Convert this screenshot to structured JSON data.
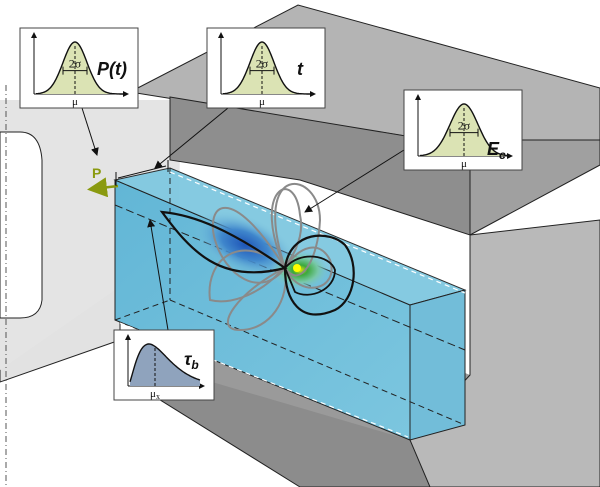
{
  "insets": [
    {
      "id": "load",
      "label": "P(t)",
      "width_label": "2σ",
      "axis_label": "μ",
      "distribution": "normal"
    },
    {
      "id": "time",
      "label": "t",
      "width_label": "2σ",
      "axis_label": "μ",
      "distribution": "normal"
    },
    {
      "id": "modulus",
      "label": "E",
      "label_sub": "c",
      "width_label": "2σ",
      "axis_label": "μ",
      "distribution": "normal"
    },
    {
      "id": "bond",
      "label": "τ",
      "label_sub": "b",
      "axis_label": "μ",
      "axis_label_sub": "x",
      "distribution": "skewed"
    }
  ],
  "load_label": "P",
  "colors": {
    "load_arrow": "#8a9a10",
    "normal_fill": "#dbe3b4",
    "skewed_fill": "#8fa3bd",
    "beam_light": "#7ec4dd",
    "beam_mid": "#5ab0d2",
    "slab_top": "#b7b7b7",
    "slab_side": "#8c8c8c",
    "wall": "#e1e1e1",
    "contour_black": "#111111",
    "contour_gray": "#8a8a8a"
  }
}
